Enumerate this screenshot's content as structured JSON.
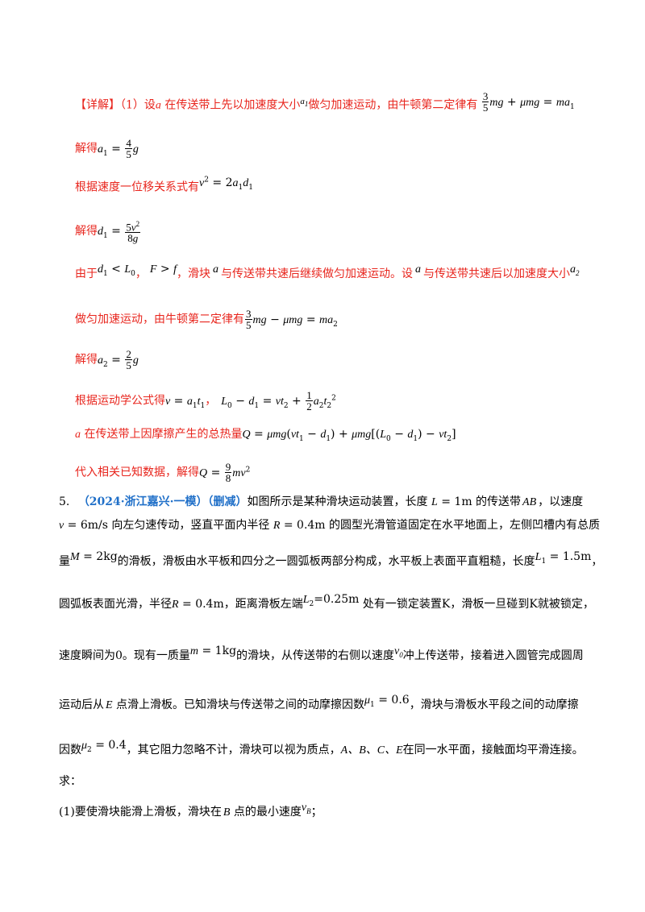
{
  "answer": {
    "bracket_label": "【详解】",
    "l1_text": "（1）设",
    "l1_var": "a",
    "l1_text2": " 在传送带上先以加速度大小",
    "l1_text3": "做匀加速运动，由牛顿第二定律有",
    "l2_text": "解得",
    "l3_text": "根据速度一位移关系式有",
    "l4_text": "解得",
    "l5_text_a": "由于",
    "l5_text_b": "，滑块",
    "l5_text_c": "与传送带共速后继续做匀加速运动。设",
    "l5_text_d": "与传送带共速后以加速度大小",
    "l6_text": "做匀加速运动，由牛顿第二定律有",
    "l7_text": "解得",
    "l8_text": "根据运动学公式得",
    "l9_var": "a",
    "l9_text": " 在传送带上因摩擦产生的总热量",
    "l10_text": "代入相关已知数据，解得"
  },
  "problem": {
    "number": "5.",
    "source": "（2024·浙江嘉兴·一模）（删减）",
    "p1": "如图所示是某种滑块运动装置，长度",
    "p1b": "的传送带",
    "p1c": "，以速度",
    "p2a": "向左匀速传动，竖直平面内半径",
    "p2b": "的圆型光滑管道固定在水平地面上，左侧凹槽内有总质",
    "p3a": "量",
    "p3b": "的滑板，滑板由水平板和四分之一圆弧板两部分构成，水平板上表面平直粗糙，长度",
    "p3c": "，",
    "p4a": "圆弧板表面光滑，半径",
    "p4b": "，距离滑板左端",
    "p4c": "处有一锁定装置K，滑板一旦碰到K就被锁定，",
    "p5a": "速度瞬间为0。现有一质量",
    "p5b": "的滑块，从传送带的右侧以速度",
    "p5c": "冲上传送带，接着进入圆管完成圆周",
    "p6a": "运动后从",
    "p6b": " 点滑上滑板。已知滑块与传送带之间的动摩擦因数",
    "p6c": "，滑块与滑板水平段之间的动摩擦",
    "p7a": "因数",
    "p7b": "，其它阻力忽略不计，滑块可以视为质点，",
    "p7c": "在同一水平面，接触面均平滑连接。",
    "ask": "求：",
    "q1a": "(1)要使滑块能滑上滑板，滑块在",
    "q1b": " 点的最小速度",
    "q1c": "；"
  }
}
